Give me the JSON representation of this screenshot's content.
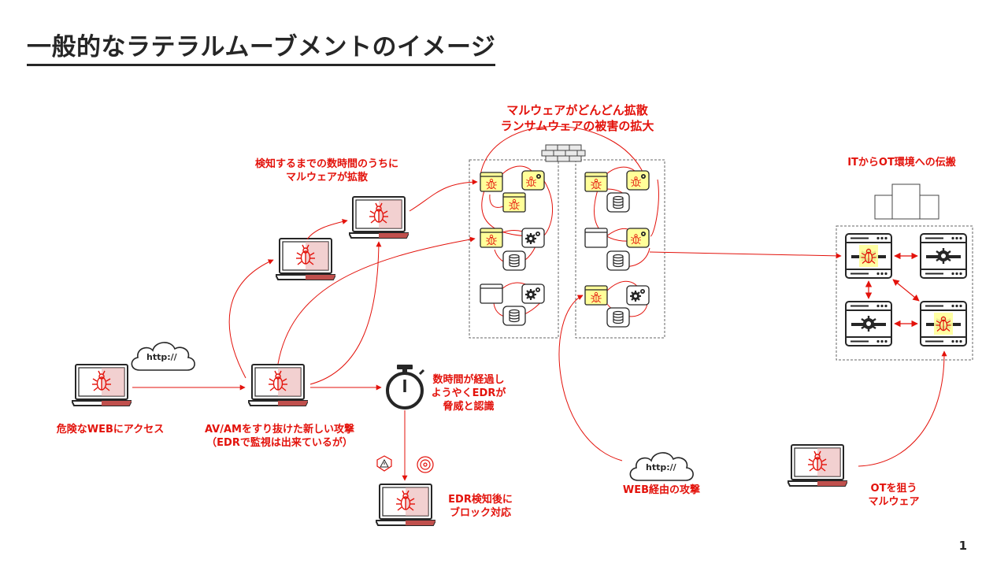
{
  "title": "一般的なラテラルムーブメントのイメージ",
  "page_number": "1",
  "labels": {
    "malware_spread": [
      "マルウェアがどんどん拡散",
      "ランサムウェアの被害の拡大"
    ],
    "before_detect": [
      "検知するまでの数時間のうちに",
      "マルウェアが拡散"
    ],
    "it_to_ot": "ITからOT環境への伝搬",
    "dangerous_web": "危険なWEBにアクセス",
    "new_attack": [
      "AV/AMをすり抜けた新しい攻撃",
      "（EDRで監視は出来ているが）"
    ],
    "hours_later": [
      "数時間が経過し",
      "ようやくEDRが",
      "脅威と認識"
    ],
    "after_edr": [
      "EDR検知後に",
      "ブロック対応"
    ],
    "web_attack": "WEB経由の攻撃",
    "ot_malware": [
      "OTを狙う",
      "マルウェア"
    ]
  },
  "clouds": {
    "text": "http://"
  },
  "icons": [
    "laptop-icon",
    "bug-icon",
    "stopwatch-icon",
    "firewall-icon",
    "server-icon",
    "database-icon",
    "gear-icon",
    "window-icon",
    "factory-icon",
    "alert-icon",
    "radar-icon"
  ],
  "colors": {
    "accent": "#e3120b",
    "laptop_red": "#c0504d",
    "highlight": "#ffff99",
    "dark": "#262626"
  }
}
